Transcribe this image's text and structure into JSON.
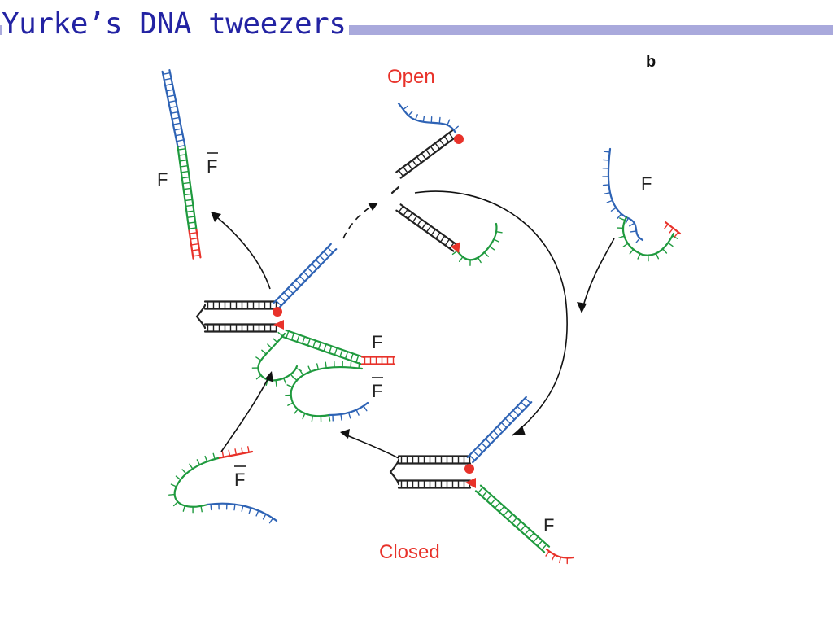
{
  "slide": {
    "title": "Yurke’s DNA tweezers"
  },
  "figure": {
    "panel_label": "b",
    "state_open_label": "Open",
    "state_closed_label": "Closed",
    "fuel_strand_label": "F",
    "antifuel_strand_label": "F",
    "antifuel_overbar": true
  },
  "colors": {
    "title_text": "#2323a3",
    "title_bar": "#a9a9dc",
    "strand_blue": "#2e63b5",
    "strand_green": "#1f9a3e",
    "strand_red": "#e8322a",
    "strand_black": "#222222",
    "label_red": "#e8322a"
  }
}
